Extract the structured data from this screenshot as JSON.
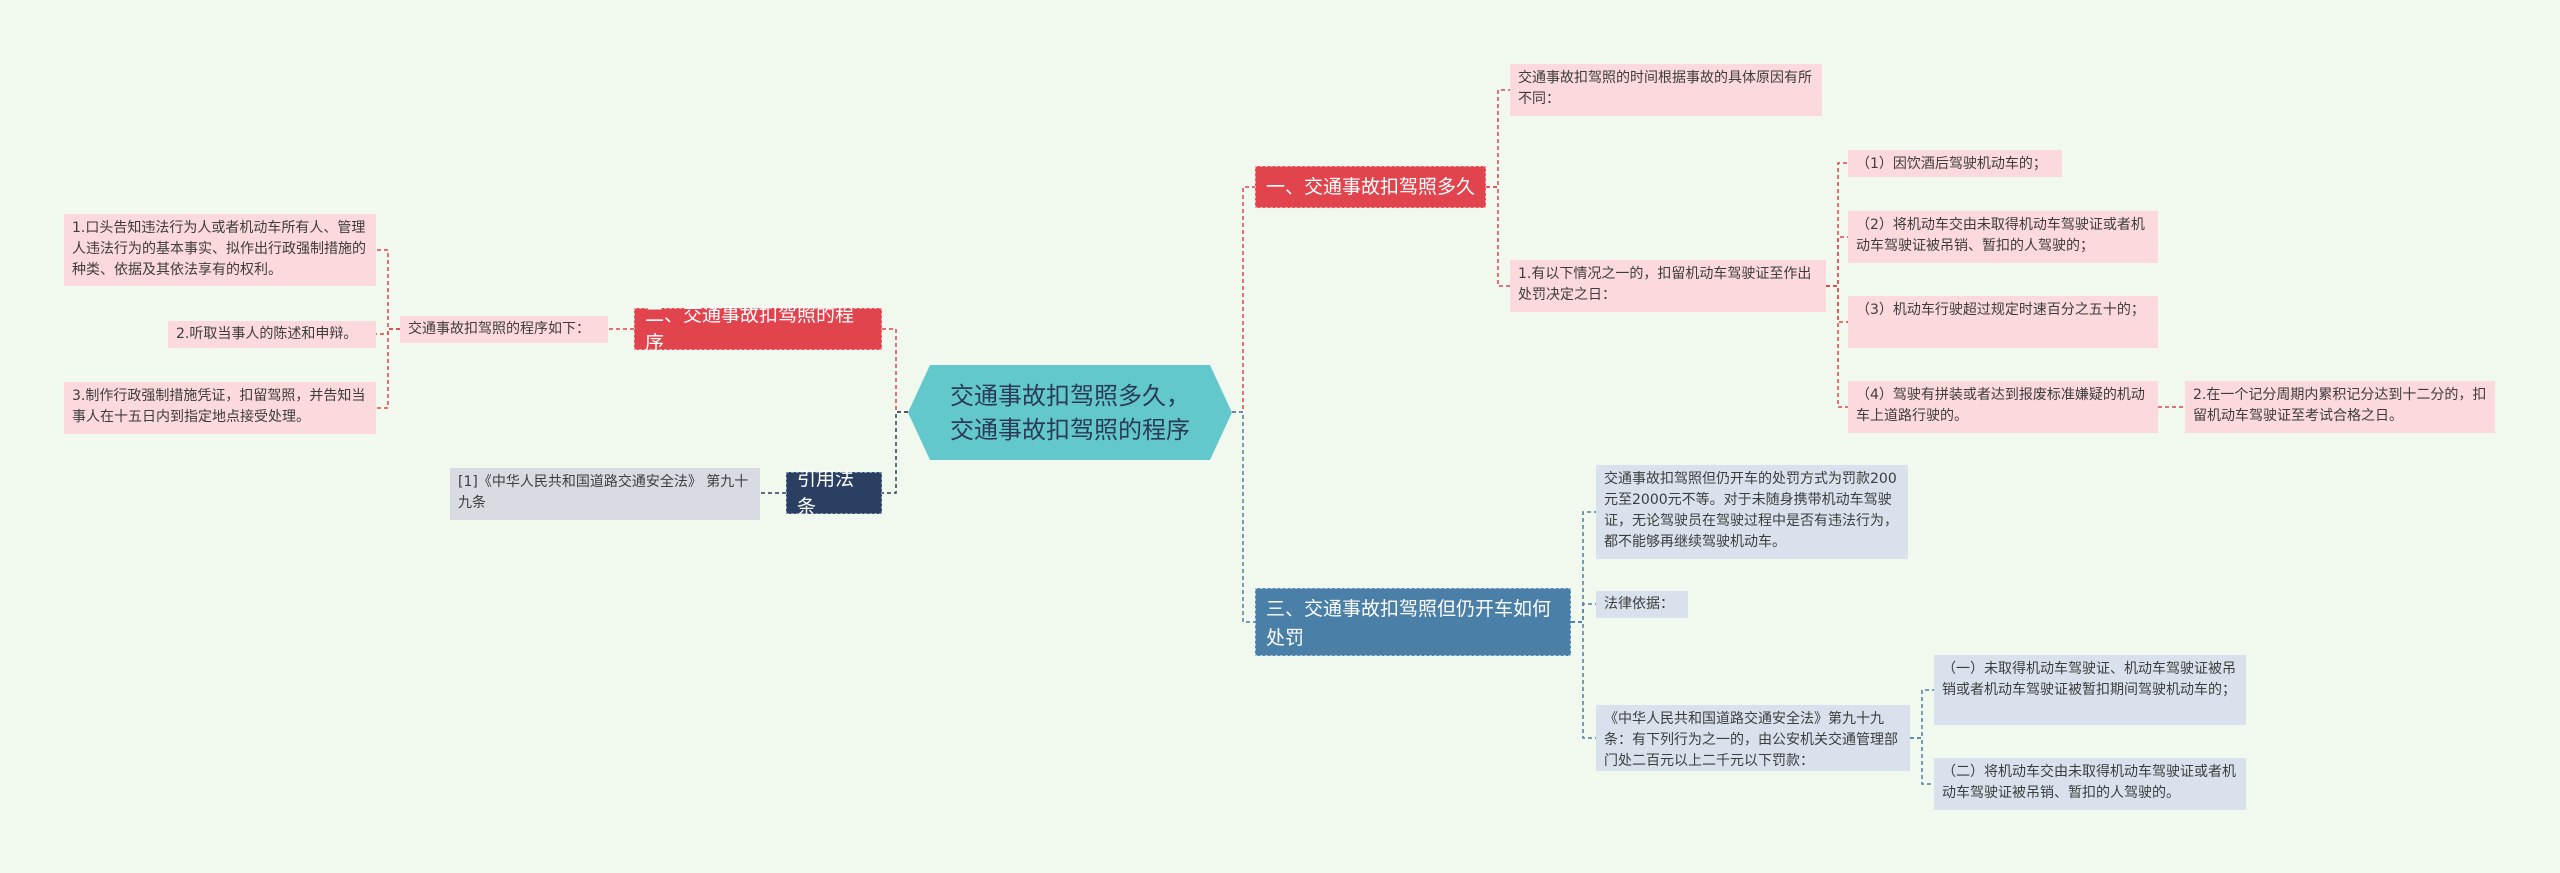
{
  "root": {
    "title": "交通事故扣驾照多久，交通事故扣驾照的程序"
  },
  "branch1": {
    "title": "一、交通事故扣驾照多久",
    "leaf_time": "交通事故扣驾照的时间根据事故的具体原因有所不同：",
    "leaf_cond": "1.有以下情况之一的，扣留机动车驾驶证至作出处罚决定之日：",
    "items": [
      "（1）因饮酒后驾驶机动车的；",
      "（2）将机动车交由未取得机动车驾驶证或者机动车驾驶证被吊销、暂扣的人驾驶的；",
      "（3）机动车行驶超过规定时速百分之五十的；",
      "（4）驾驶有拼装或者达到报废标准嫌疑的机动车上道路行驶的。"
    ],
    "leaf_points": "2.在一个记分周期内累积记分达到十二分的，扣留机动车驾驶证至考试合格之日。"
  },
  "branch2": {
    "title": "二、交通事故扣驾照的程序",
    "mid": "交通事故扣驾照的程序如下：",
    "items": [
      "1.口头告知违法行为人或者机动车所有人、管理人违法行为的基本事实、拟作出行政强制措施的种类、依据及其依法享有的权利。",
      "2.听取当事人的陈述和申辩。",
      "3.制作行政强制措施凭证，扣留驾照，并告知当事人在十五日内到指定地点接受处理。"
    ]
  },
  "branch3": {
    "title": "三、交通事故扣驾照但仍开车如何处罚",
    "leaf_fine": "交通事故扣驾照但仍开车的处罚方式为罚款200元至2000元不等。对于未随身携带机动车驾驶证，无论驾驶员在驾驶过程中是否有违法行为，都不能够再继续驾驶机动车。",
    "leaf_basis": "法律依据：",
    "leaf_law": "《中华人民共和国道路交通安全法》第九十九条：有下列行为之一的，由公安机关交通管理部门处二百元以上二千元以下罚款：",
    "items": [
      "（一）未取得机动车驾驶证、机动车驾驶证被吊销或者机动车驾驶证被暂扣期间驾驶机动车的；",
      "（二）将机动车交由未取得机动车驾驶证或者机动车驾驶证被吊销、暂扣的人驾驶的。"
    ]
  },
  "branch4": {
    "title": "引用法条",
    "leaf": "[1]《中华人民共和国道路交通安全法》 第九十九条"
  },
  "colors": {
    "background": "#f1f9ef",
    "root": "#63c8cb",
    "red_branch": "#e2444d",
    "blue_branch": "#4a7fa7",
    "navy_branch": "#2b3f63",
    "pink_leaf": "#fbd9dd",
    "blue_leaf": "#d9e2ec",
    "gray_leaf": "#d8dce2"
  }
}
